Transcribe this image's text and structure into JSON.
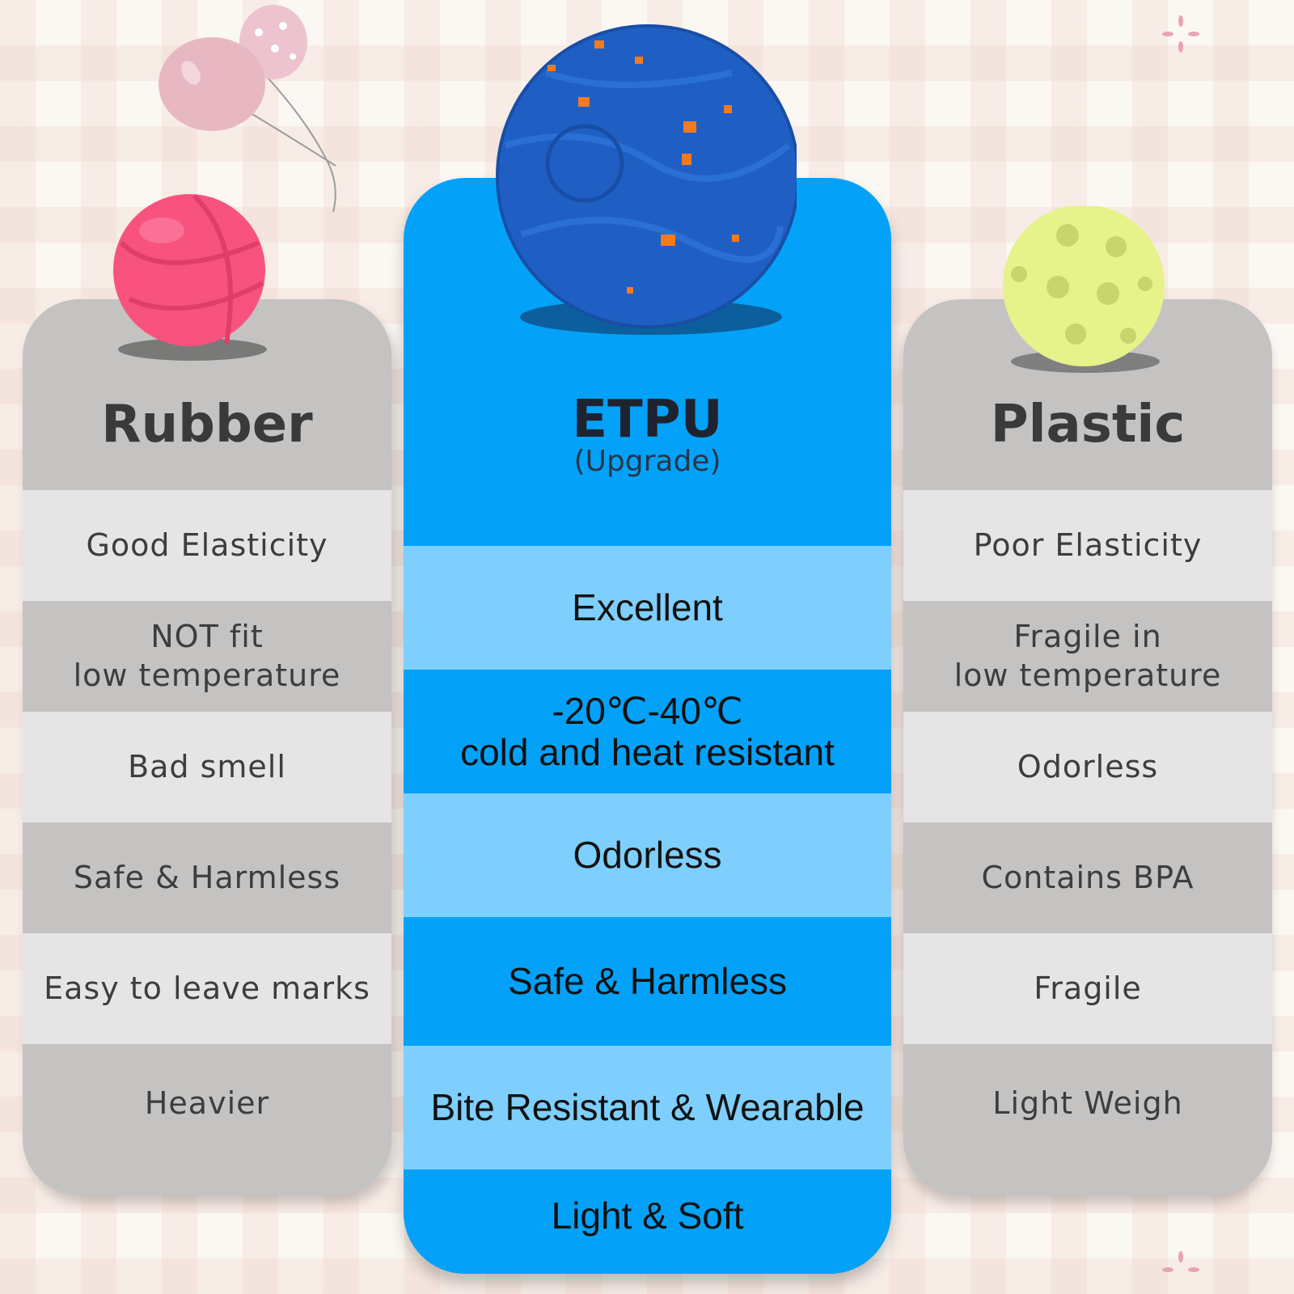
{
  "colors": {
    "background": "#fbf7f2",
    "side_column_dark": "#c4c3c2",
    "side_column_light": "#e6e5e5",
    "etpu_blue": "#03a2f8",
    "etpu_light_blue": "#7ecffd",
    "rubber_ball": "#f8527f",
    "etpu_ball": "#1f5fc4",
    "plastic_ball": "#e6f28a"
  },
  "icons": {
    "rubber": "pink-rubber-ball-icon",
    "etpu": "blue-etpu-ball-icon",
    "plastic": "yellow-plastic-ball-icon",
    "decoration": "balloon-icon"
  },
  "rubber": {
    "title": "Rubber",
    "rows": [
      "Good Elasticity",
      "NOT fit\nlow temperature",
      "Bad smell",
      "Safe & Harmless",
      "Easy to leave marks",
      "Heavier"
    ]
  },
  "etpu": {
    "title": "ETPU",
    "subtitle": "(Upgrade)",
    "rows": [
      "Excellent",
      "-20℃-40℃\ncold and heat resistant",
      "Odorless",
      "Safe & Harmless",
      "Bite Resistant & Wearable",
      "Light & Soft"
    ]
  },
  "plastic": {
    "title": "Plastic",
    "rows": [
      "Poor Elasticity",
      "Fragile in\nlow temperature",
      "Odorless",
      "Contains BPA",
      "Fragile",
      "Light Weigh"
    ]
  }
}
